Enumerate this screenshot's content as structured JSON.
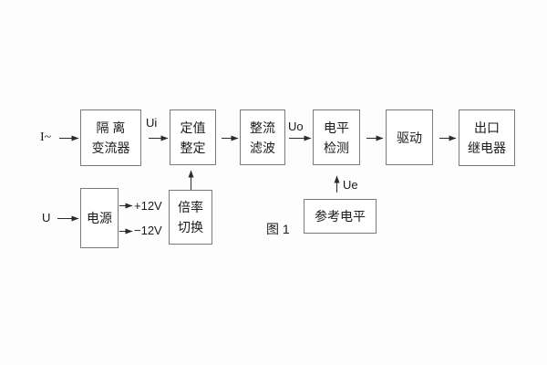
{
  "figure": {
    "caption": "图 1"
  },
  "blocks": {
    "isolation_transformer": {
      "line1": "隔 离",
      "line2": "变流器"
    },
    "setting": {
      "line1": "定值",
      "line2": "整定"
    },
    "rectifier_filter": {
      "line1": "整流",
      "line2": "滤波"
    },
    "level_detect": {
      "line1": "电平",
      "line2": "检测"
    },
    "drive": {
      "label": "驱动"
    },
    "output_relay": {
      "line1": "出口",
      "line2": "继电器"
    },
    "power": {
      "label": "电源"
    },
    "ratio_switch": {
      "line1": "倍率",
      "line2": "切换"
    },
    "reference_level": {
      "label": "参考电平"
    }
  },
  "labels": {
    "input_current": "I~",
    "input_voltage": "U",
    "ui": "Ui",
    "uo": "Uo",
    "ue": "Ue",
    "plus_12v": "+12V",
    "minus_12v": "−12V"
  },
  "colors": {
    "background": "#fdfdfd",
    "box_border": "#7a7a7a",
    "connector_line": "#2b2b2b",
    "text": "#1b1b1b"
  }
}
